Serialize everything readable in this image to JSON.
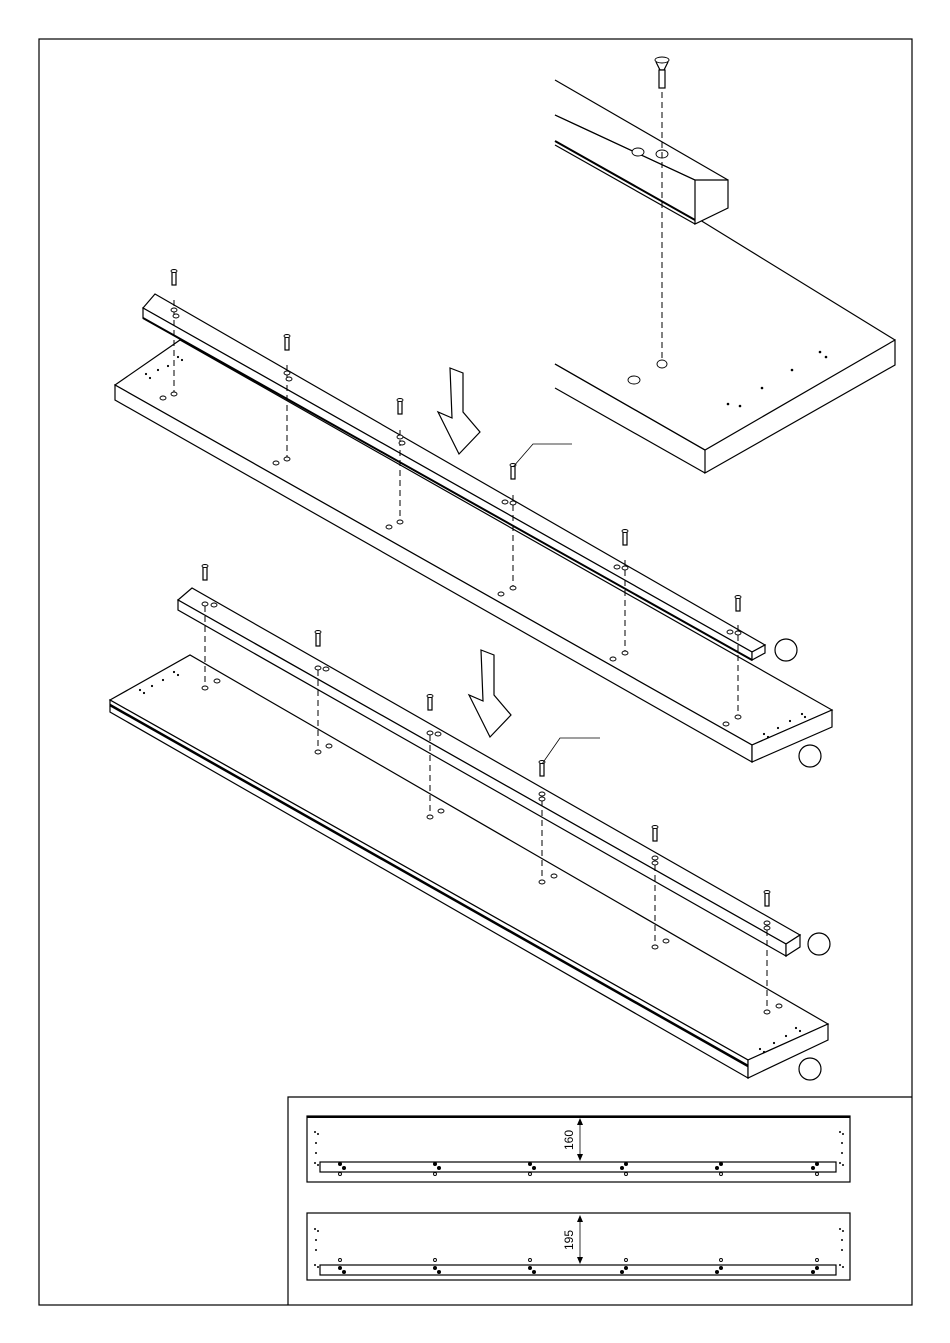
{
  "dimensions": {
    "top_offset": "160",
    "bottom_offset": "195"
  },
  "step_arrows": [
    "down-arrow",
    "down-arrow"
  ],
  "callout_markers": [
    "blank-circle",
    "blank-circle",
    "blank-circle",
    "blank-circle"
  ]
}
